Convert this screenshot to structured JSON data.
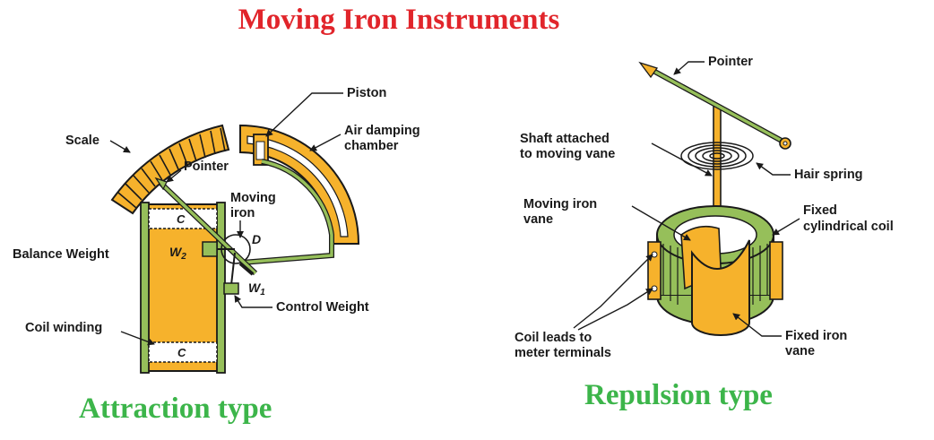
{
  "title": "Moving Iron Instruments",
  "colors": {
    "title": "#e1252b",
    "subtitle": "#3cb54a",
    "body_fill": "#f6b22c",
    "frame_green": "#96bf5a",
    "outline": "#1a1a1a"
  },
  "attraction": {
    "caption": "Attraction type",
    "labels": {
      "scale": "Scale",
      "pointer": "Pointer",
      "piston": "Piston",
      "air_damping_line1": "Air damping",
      "air_damping_line2": "chamber",
      "moving_iron_line1": "Moving",
      "moving_iron_line2": "iron",
      "d": "D",
      "w2_base": "W",
      "w2_sub": "2",
      "w1_base": "W",
      "w1_sub": "1",
      "balance_weight": "Balance Weight",
      "control_weight": "Control Weight",
      "coil_winding": "Coil winding",
      "c_top": "C",
      "c_bottom": "C"
    }
  },
  "repulsion": {
    "caption": "Repulsion type",
    "labels": {
      "pointer": "Pointer",
      "shaft_line1": "Shaft attached",
      "shaft_line2": "to moving vane",
      "hair_spring": "Hair spring",
      "moving_vane_line1": "Moving iron",
      "moving_vane_line2": "vane",
      "fixed_coil_line1": "Fixed",
      "fixed_coil_line2": "cylindrical coil",
      "coil_leads_line1": "Coil leads to",
      "coil_leads_line2": "meter terminals",
      "fixed_vane_line1": "Fixed iron",
      "fixed_vane_line2": "vane"
    }
  }
}
